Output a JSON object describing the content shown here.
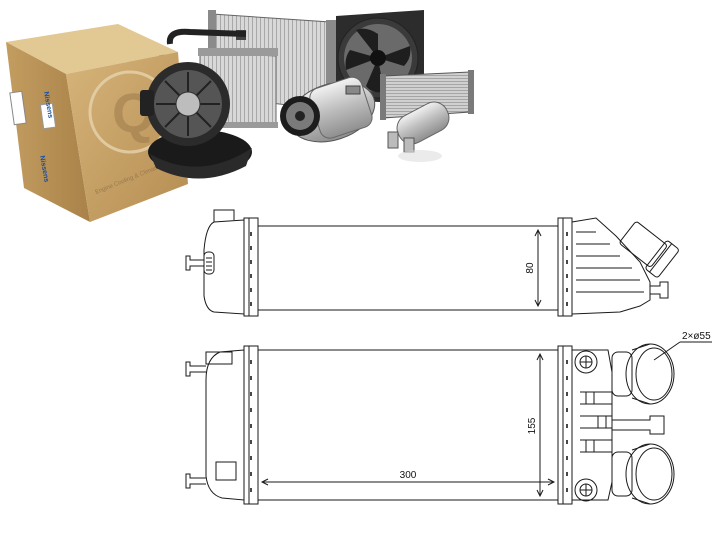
{
  "product_photo": {
    "box_brand": "Nissens",
    "box_side_brand": "Nissens",
    "box_tagline": "Engine Cooling & Climate",
    "box_logo_letter": "Q",
    "components": [
      "cardboard-box",
      "blower-motor",
      "evaporator",
      "radiator",
      "cooling-fan",
      "ac-compressor",
      "heater-core",
      "receiver-drier"
    ]
  },
  "drawing": {
    "top_view": {
      "height_label": "80"
    },
    "front_view": {
      "height_label": "155",
      "length_label": "300",
      "port_label": "2×ø55"
    }
  },
  "colors": {
    "line": "#1a1a1a",
    "box": "#c8a46a",
    "brand": "#1b4f9c"
  }
}
